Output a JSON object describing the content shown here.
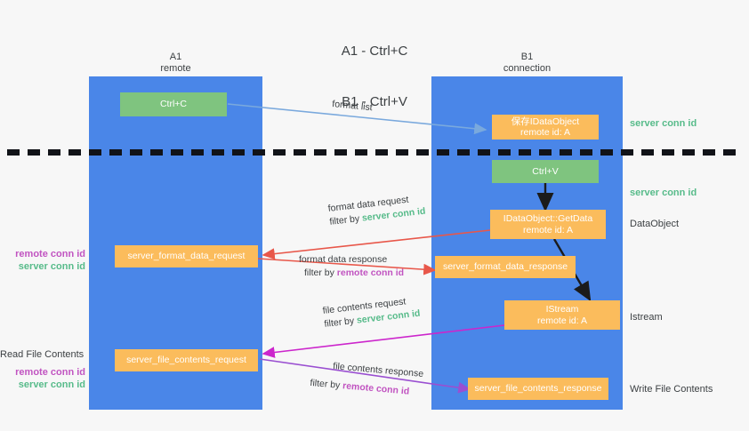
{
  "title": {
    "line1": "A1 - Ctrl+C",
    "line2": "B1 - Ctrl+V"
  },
  "columns": [
    {
      "name": "A1",
      "role": "remote"
    },
    {
      "name": "B1",
      "role": "connection"
    }
  ],
  "boxes": {
    "ctrl_c": "Ctrl+C",
    "ctrl_v": "Ctrl+V",
    "save_idataobject": {
      "line1": "保存IDataObject",
      "line2": "remote id: A"
    },
    "getdata": {
      "line1": "IDataObject::GetData",
      "line2": "remote id: A"
    },
    "istream": {
      "line1": "IStream",
      "line2": "remote id: A"
    },
    "server_format_data_request": "server_format_data_request",
    "server_format_data_response": "server_format_data_response",
    "server_file_contents_request": "server_file_contents_request",
    "server_file_contents_response": "server_file_contents_response"
  },
  "side_labels": {
    "server_conn_id_top": "server conn id",
    "server_conn_id_mid": "server conn id",
    "dataobject": "DataObject",
    "istream": "Istream",
    "write_file_contents": "Write File Contents"
  },
  "left_margin": {
    "remote_conn_id_1": "remote conn id",
    "server_conn_id_1": "server conn id",
    "read_file_contents": "Read File Contents",
    "remote_conn_id_2": "remote conn id",
    "server_conn_id_2": "server conn id"
  },
  "edges": {
    "format_list": {
      "label": "format list"
    },
    "format_data_request": {
      "label": "format data request",
      "filter_prefix": "filter by ",
      "filter_value": "server conn id"
    },
    "format_data_response": {
      "label": "format data response",
      "filter_prefix": "filter by ",
      "filter_value": "remote conn id"
    },
    "file_contents_request": {
      "label": "file contents request",
      "filter_prefix": "filter by ",
      "filter_value": "server conn id"
    },
    "file_contents_response": {
      "label": "file contents response",
      "filter_prefix": "filter by ",
      "filter_value": "remote conn id"
    }
  },
  "colors": {
    "lane": "#4a86e8",
    "green_box": "#7fc47f",
    "orange_box": "#fbbc5c",
    "server_conn_id": "#57bb8a",
    "remote_conn_id": "#c154c1",
    "arrow_blue": "#7aa9dd",
    "arrow_red": "#e8574a",
    "arrow_magenta": "#cc26cc",
    "arrow_purple": "#9a4fd1",
    "arrow_black": "#1b1b1b",
    "background": "#f7f7f7"
  }
}
